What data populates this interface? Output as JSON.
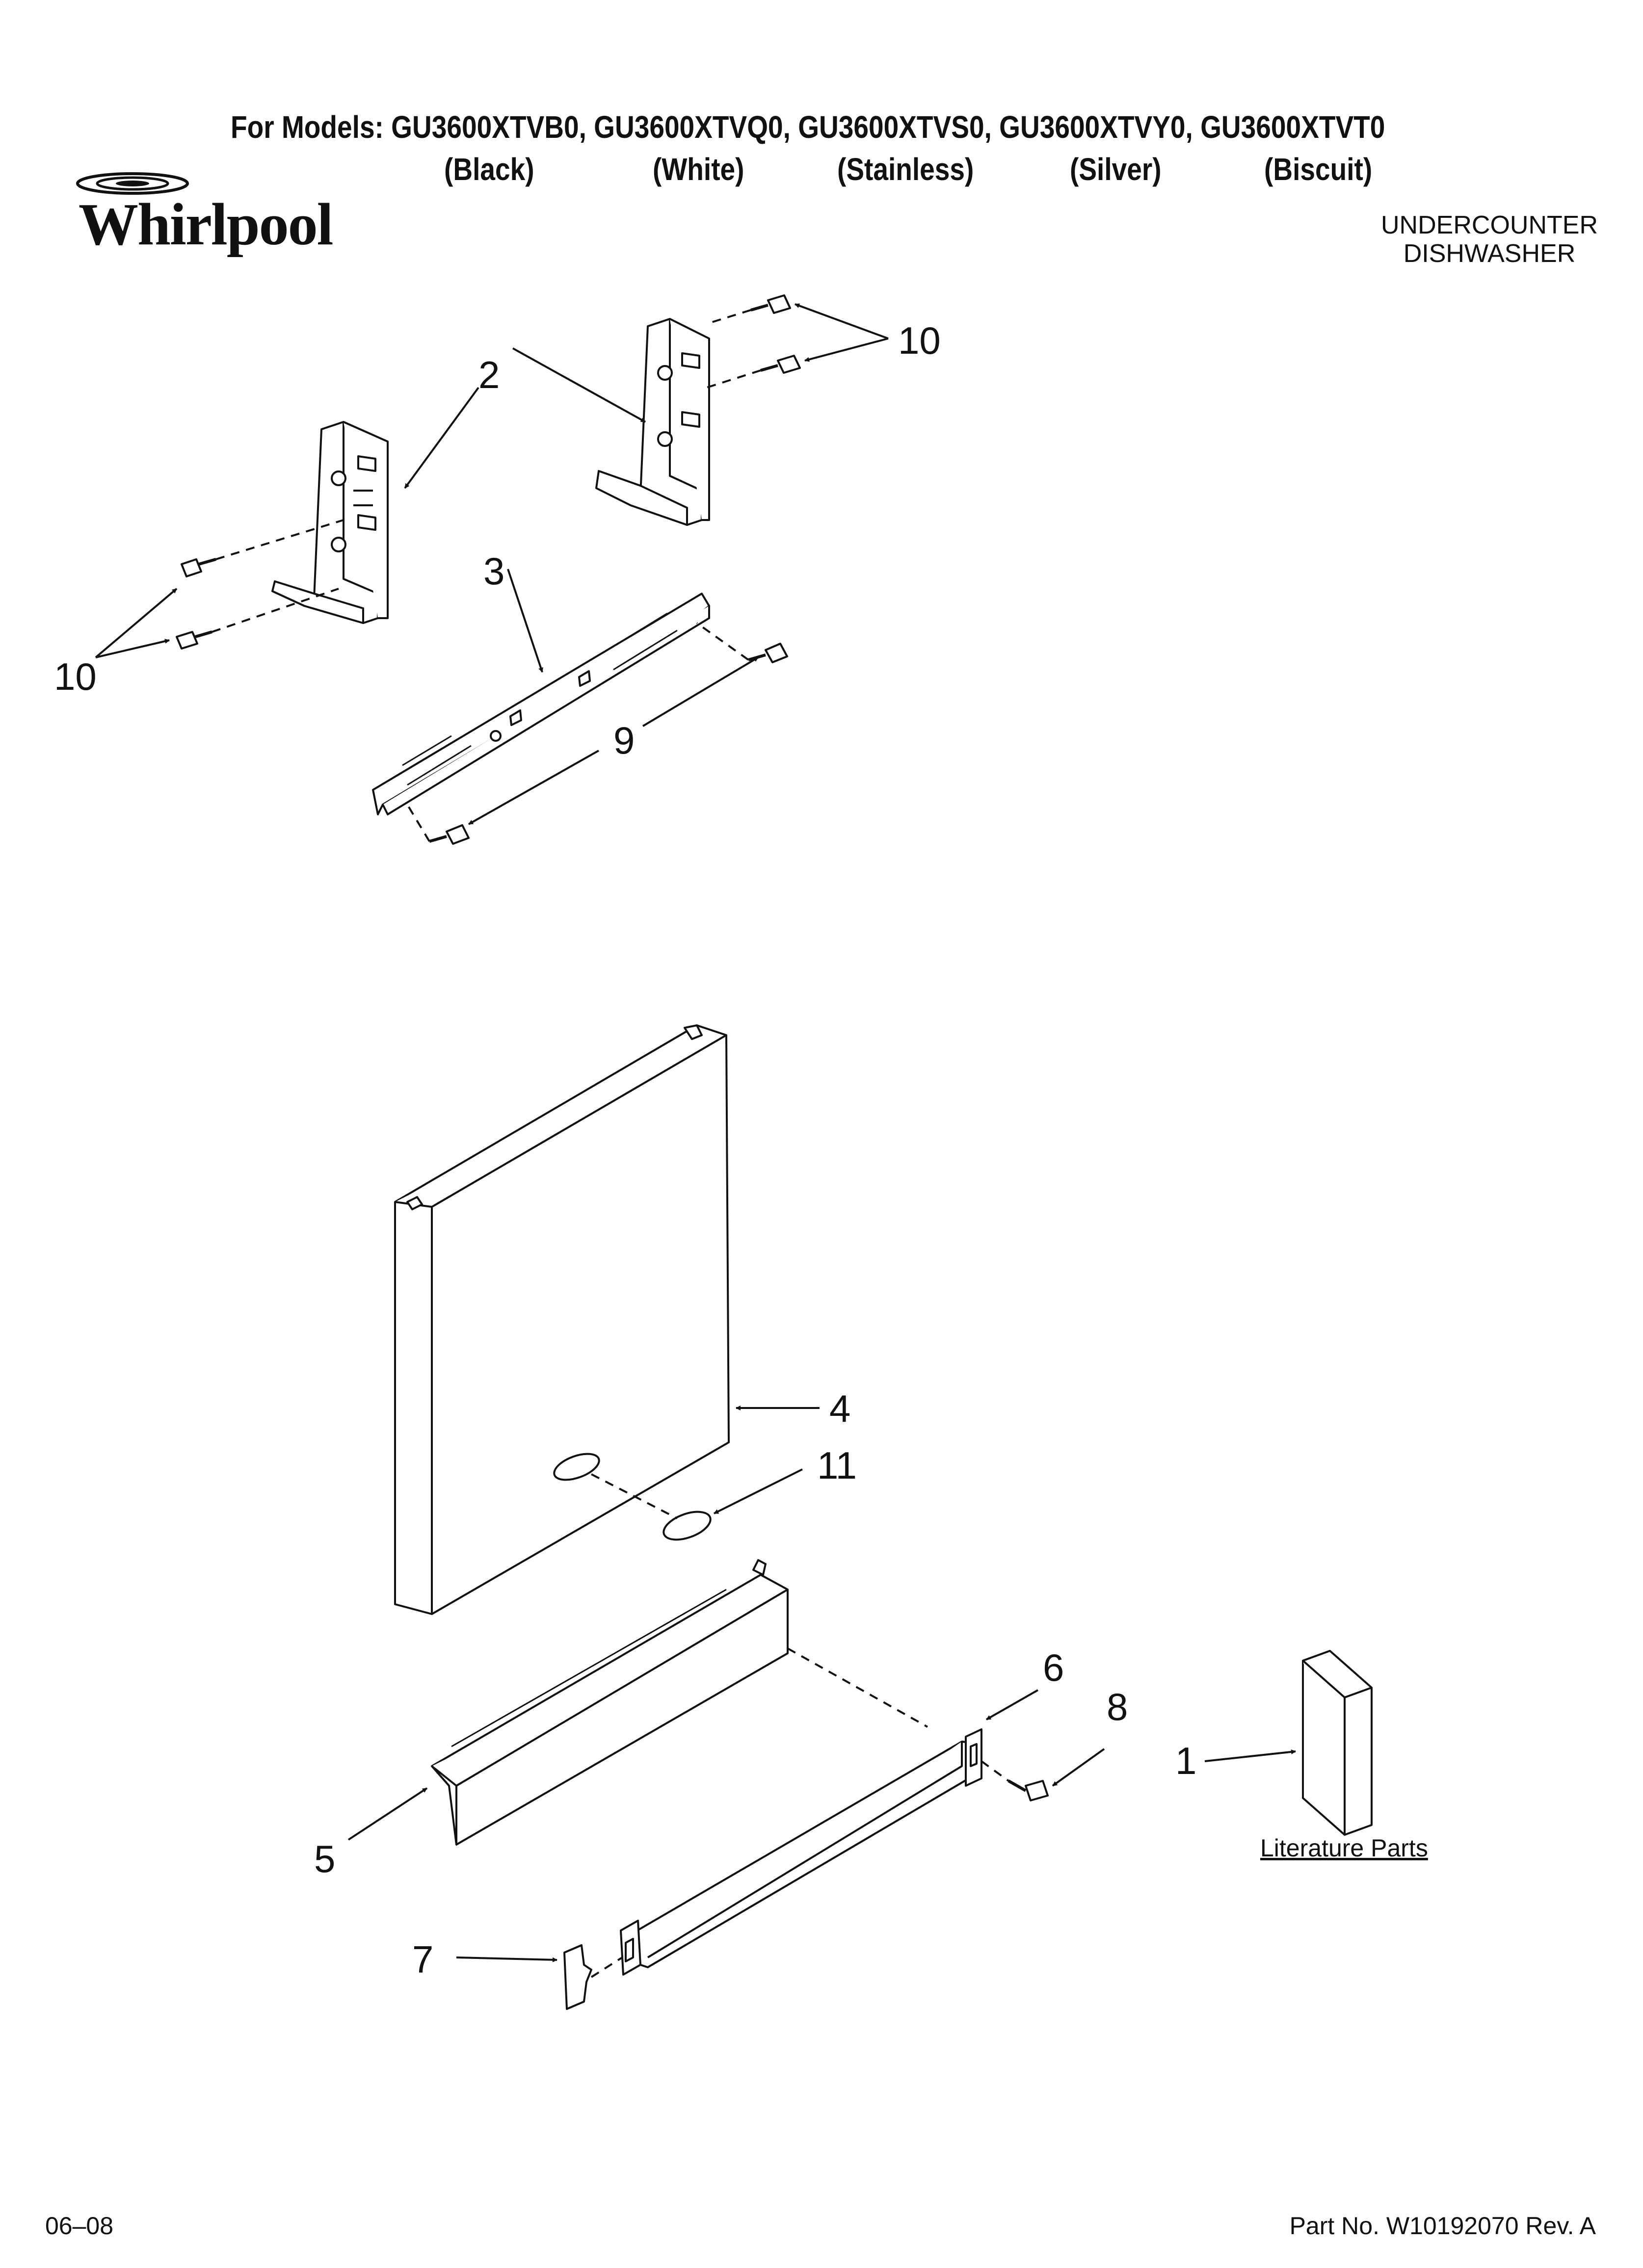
{
  "header": {
    "prefix": "For Models:",
    "models": [
      {
        "number": "GU3600XTVB0,",
        "color": "(Black)"
      },
      {
        "number": "GU3600XTVQ0,",
        "color": "(White)"
      },
      {
        "number": "GU3600XTVS0,",
        "color": "(Stainless)"
      },
      {
        "number": "GU3600XTVY0,",
        "color": "(Silver)"
      },
      {
        "number": "GU3600XTVT0",
        "color": "(Biscuit)"
      }
    ],
    "brand": "Whirlpool",
    "product_type_line1": "UNDERCOUNTER",
    "product_type_line2": "DISHWASHER"
  },
  "callouts": {
    "c1": "1",
    "c2": "2",
    "c3": "3",
    "c4": "4",
    "c5": "5",
    "c6": "6",
    "c7": "7",
    "c8": "8",
    "c9": "9",
    "c10a": "10",
    "c10b": "10",
    "c11": "11"
  },
  "literature_label": "Literature Parts",
  "footer": {
    "date": "06–08",
    "part_number": "Part No. W10192070 Rev. A"
  }
}
